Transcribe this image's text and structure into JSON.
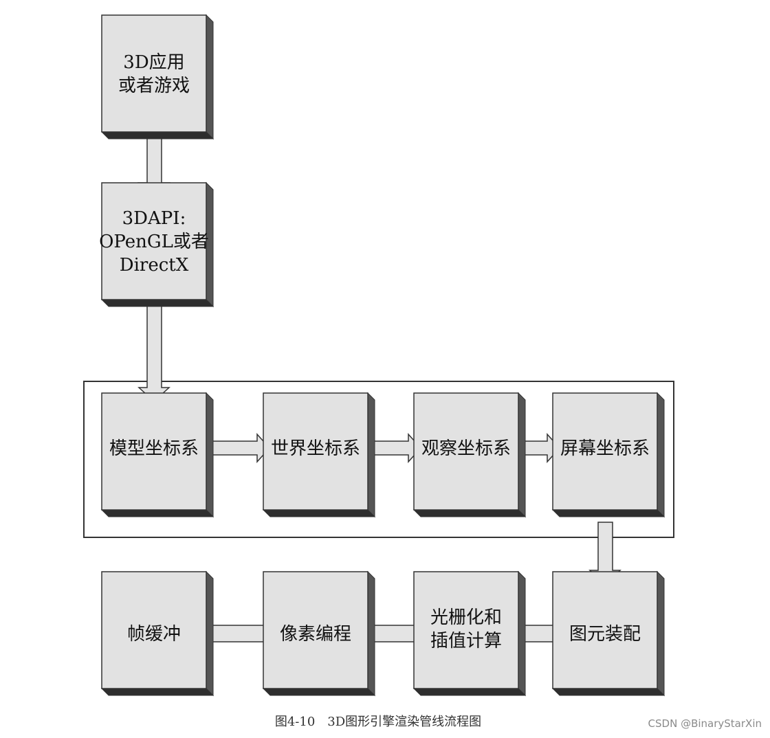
{
  "boxes": {
    "app": [
      "3D应用",
      "或者游戏"
    ],
    "api": [
      "3DAPI:",
      "OPenGL或者",
      "DirectX"
    ],
    "model": [
      "模型坐标系"
    ],
    "world": [
      "世界坐标系"
    ],
    "view": [
      "观察坐标系"
    ],
    "screen": [
      "屏幕坐标系"
    ],
    "assembly": [
      "图元装配"
    ],
    "raster": [
      "光栅化和",
      "插值计算"
    ],
    "pixel": [
      "像素编程"
    ],
    "framebuffer": [
      "帧缓冲"
    ]
  },
  "caption": "图4-10　3D图形引擎渲染管线流程图",
  "watermark": "CSDN @BinaryStarXin",
  "colors": {
    "box_fill": "#e2e2e2",
    "box_side": "#555555",
    "box_bottom": "#2e2e2e",
    "arrow_fill": "#e4e4e4",
    "stroke": "#333333"
  }
}
